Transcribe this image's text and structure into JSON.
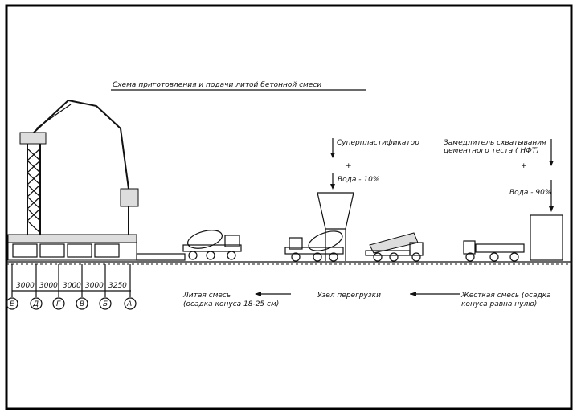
{
  "title": "Схема приготовления и подачи литой бетонной смеси",
  "additives": {
    "superplasticizer": "Суперпластификатор",
    "plus1": "+",
    "water1": "Вода - 10%",
    "retarder_line1": "Замедлитель схватывания",
    "retarder_line2": "цементного теста ( НФТ)",
    "plus2": "+",
    "water2": "Вода - 90%"
  },
  "dimensions": [
    "3000",
    "3000",
    "3000",
    "3000",
    "3250"
  ],
  "axes": [
    "Е",
    "Д",
    "Г",
    "В",
    "Б",
    "А"
  ],
  "labels": {
    "cast_mix_line1": "Литая смесь",
    "cast_mix_line2": "(осадка конуса 18-25 см)",
    "transfer_node": "Узел перегрузки",
    "stiff_mix_line1": "Жесткая смесь (осадка",
    "stiff_mix_line2": "конуса равна нулю)"
  }
}
